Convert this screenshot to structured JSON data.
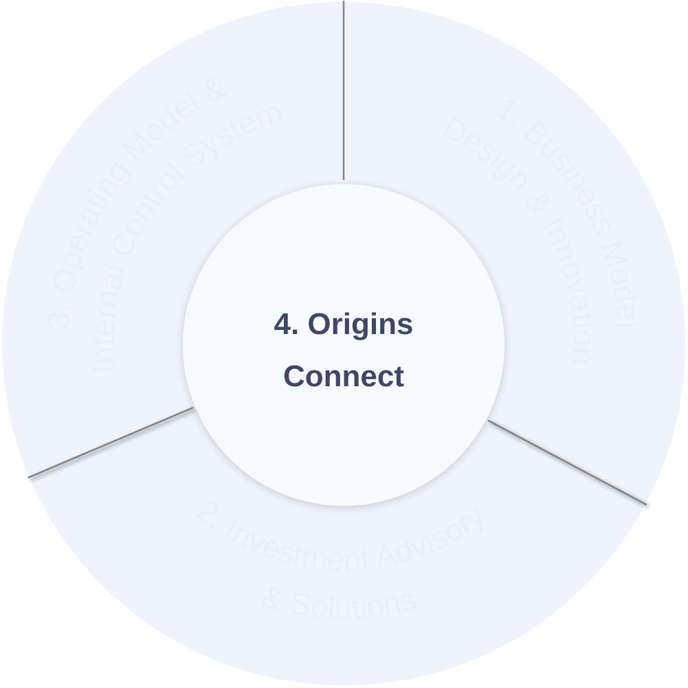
{
  "diagram": {
    "segments": [
      {
        "id": "seg1",
        "line1": "1. Business Model",
        "line2": "Design & Innovation",
        "interactive": true
      },
      {
        "id": "seg2",
        "line1": "2. Investment Advisory",
        "line2": "& Solutions",
        "interactive": true
      },
      {
        "id": "seg3",
        "line1": "3. Operating Model &",
        "line2": "Internal Control System",
        "interactive": true
      }
    ],
    "center": {
      "line1": "4. Origins",
      "line2": "Connect"
    },
    "colors": {
      "ring_fill": "#eef3fe",
      "center_fill": "#f7fbff",
      "segment_text": "#e9eef8",
      "center_text": "#3d4767",
      "divider": "#8a8f98"
    }
  }
}
